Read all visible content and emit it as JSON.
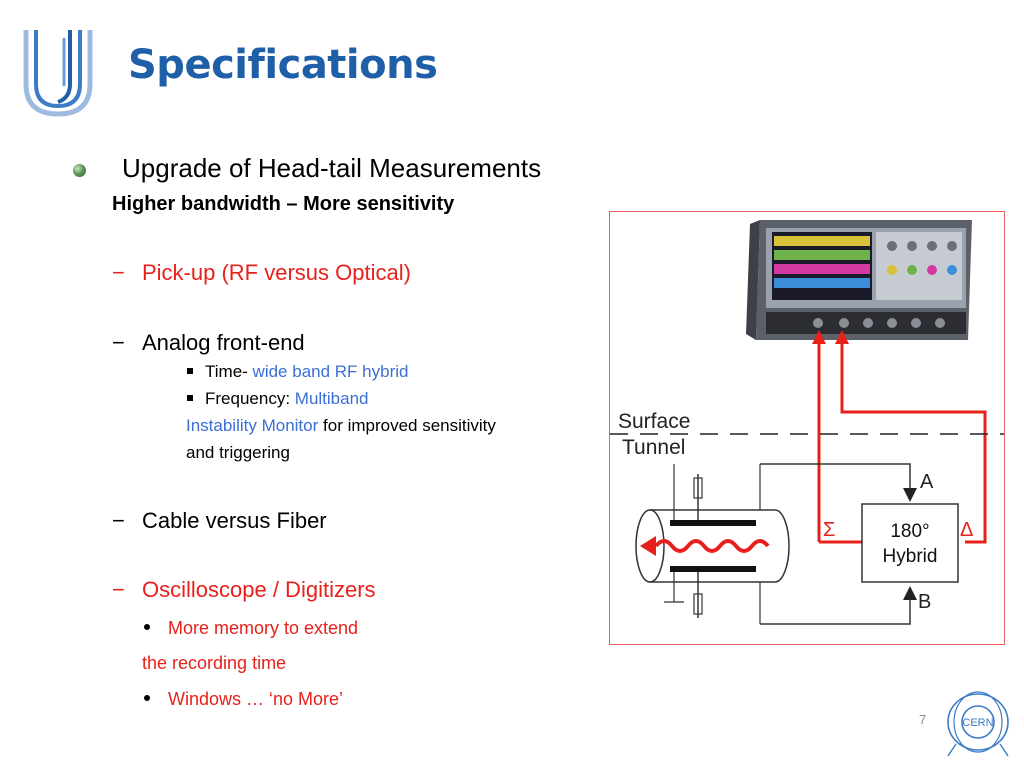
{
  "slide": {
    "title": "Specifications",
    "main_bullet": "Upgrade of Head-tail Measurements",
    "subheading": "Higher bandwidth – More sensitivity",
    "items": {
      "pickup": "Pick-up (RF versus Optical)",
      "analog": "Analog front-end",
      "time_prefix": "Time-",
      "time_link": "wide band RF hybrid",
      "freq_prefix": "Frequency:",
      "freq_link": "Multiband",
      "instab_link": "Instability Monitor",
      "instab_rest": "for improved sensitivity",
      "instab_line2": "and triggering",
      "cable": "Cable versus Fiber",
      "scope": "Oscilloscope / Digitizers",
      "mem_line1": "More memory to extend",
      "mem_line2": "the recording time",
      "windows": "Windows … ‘no More’"
    },
    "dash_mark": "−",
    "page_number": "7"
  },
  "logos": {
    "left_logo": "U-logo",
    "cern": "CERN"
  },
  "diagram": {
    "surface_label": "Surface",
    "tunnel_label": "Tunnel",
    "port_a": "A",
    "port_b": "B",
    "sigma": "Σ",
    "delta": "Δ",
    "hybrid_line1": "180°",
    "hybrid_line2": "Hybrid"
  },
  "colors": {
    "title_blue": "#1f5fa8",
    "red": "#e8201c",
    "link_blue": "#3b6fd4"
  }
}
